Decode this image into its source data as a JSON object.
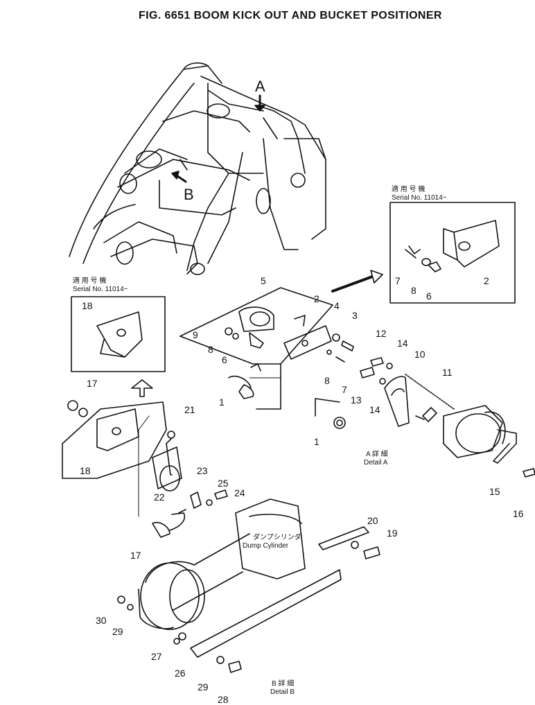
{
  "title": "FIG. 6651 BOOM KICK OUT AND BUCKET POSITIONER",
  "views": {
    "a": "A",
    "b": "B"
  },
  "serial_box_1": {
    "jp": "適 用 号 機",
    "serial": "Serial No. 11014~"
  },
  "serial_box_2": {
    "jp": "適 用 号 機",
    "serial": "Serial No. 11014~"
  },
  "detail_a": {
    "jp": "A 詳 細",
    "en": "Detail A"
  },
  "detail_b": {
    "jp": "B 詳 細",
    "en": "Detail B"
  },
  "dump_cylinder": {
    "jp": "ダンプシリンダ",
    "en": "Dump Cylinder"
  },
  "part_numbers": {
    "p1a": "1",
    "p1b": "1",
    "p2a": "2",
    "p2b": "2",
    "p3": "3",
    "p4": "4",
    "p5": "5",
    "p6a": "6",
    "p6b": "6",
    "p7a": "7",
    "p7b": "7",
    "p8a": "8",
    "p8b": "8",
    "p8c": "8",
    "p9": "9",
    "p10": "10",
    "p11": "11",
    "p12": "12",
    "p13": "13",
    "p14a": "14",
    "p14b": "14",
    "p15": "15",
    "p16": "16",
    "p17a": "17",
    "p17b": "17",
    "p18a": "18",
    "p18b": "18",
    "p19": "19",
    "p20": "20",
    "p21": "21",
    "p22": "22",
    "p23": "23",
    "p24": "24",
    "p25": "25",
    "p26": "26",
    "p27": "27",
    "p28": "28",
    "p29a": "29",
    "p29b": "29",
    "p30": "30"
  }
}
